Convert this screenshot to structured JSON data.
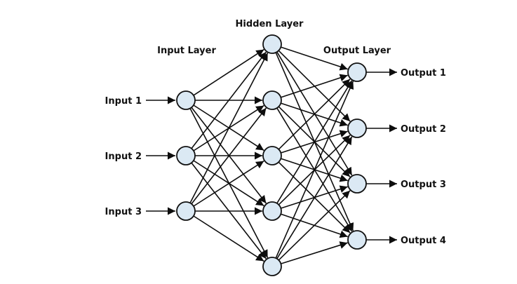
{
  "colors": {
    "node_fill": "#dbe9f4",
    "node_stroke": "#111111",
    "edge": "#0d0d0d",
    "text": "#111111",
    "background": "#ffffff"
  },
  "layers": {
    "input": {
      "title": "Input Layer",
      "node_count": 3
    },
    "hidden": {
      "title": "Hidden Layer",
      "node_count": 5
    },
    "output": {
      "title": "Output Layer",
      "node_count": 4
    }
  },
  "inputs": [
    "Input 1",
    "Input 2",
    "Input 3"
  ],
  "outputs": [
    "Output 1",
    "Output 2",
    "Output 3",
    "Output 4"
  ],
  "connectivity": "fully-connected"
}
